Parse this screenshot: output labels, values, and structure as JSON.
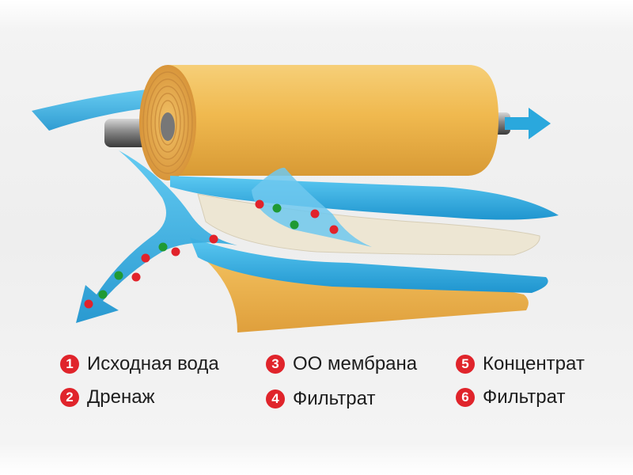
{
  "colors": {
    "badge": "#e0242b",
    "water": "#27a7dd",
    "roll": "#eeb24c",
    "membrane": "#ede6d3",
    "particle_red": "#e1232b",
    "particle_green": "#1f9a34"
  },
  "legend": {
    "items": [
      {
        "num": "1",
        "label": "Исходная вода"
      },
      {
        "num": "2",
        "label": "Дренаж"
      },
      {
        "num": "3",
        "label": "ОО мембрана"
      },
      {
        "num": "4",
        "label": "Фильтрат"
      },
      {
        "num": "5",
        "label": "Концентрат"
      },
      {
        "num": "6",
        "label": "Фильтрат"
      }
    ]
  }
}
